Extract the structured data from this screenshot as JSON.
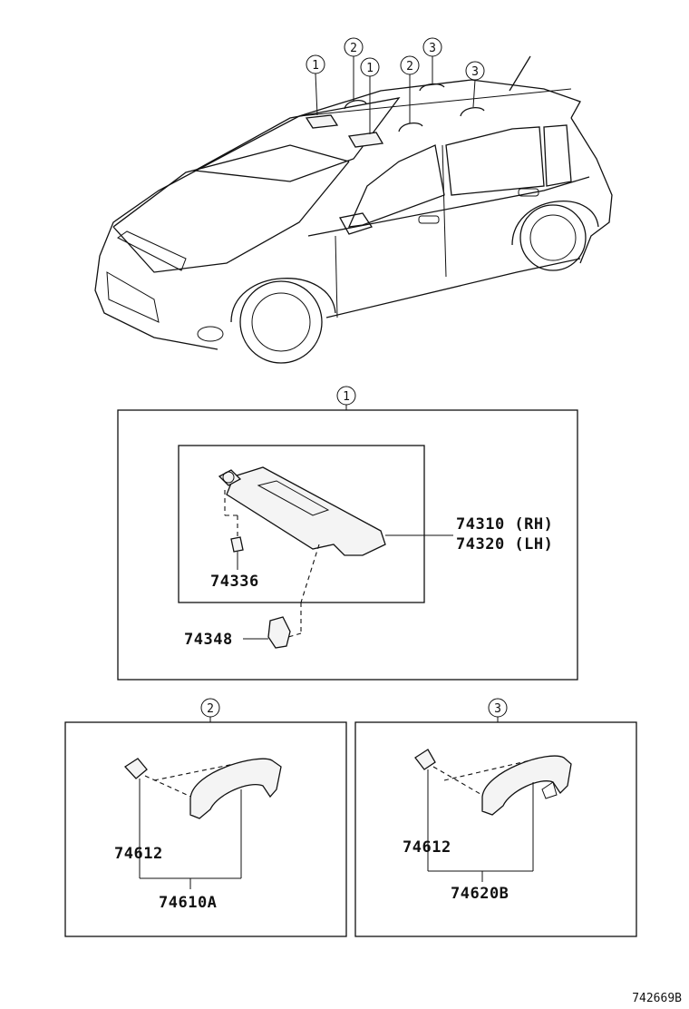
{
  "callouts": {
    "c1": "1",
    "c2": "2",
    "c3": "3"
  },
  "parts": {
    "visor_rh": "74310 (RH)",
    "visor_lh": "74320 (LH)",
    "visor_clip": "74336",
    "visor_holder": "74348",
    "grip_cover_2": "74612",
    "grip_assy_2": "74610A",
    "grip_cover_3": "74612",
    "grip_assy_3": "74620B"
  },
  "figure_ref": "742669B"
}
